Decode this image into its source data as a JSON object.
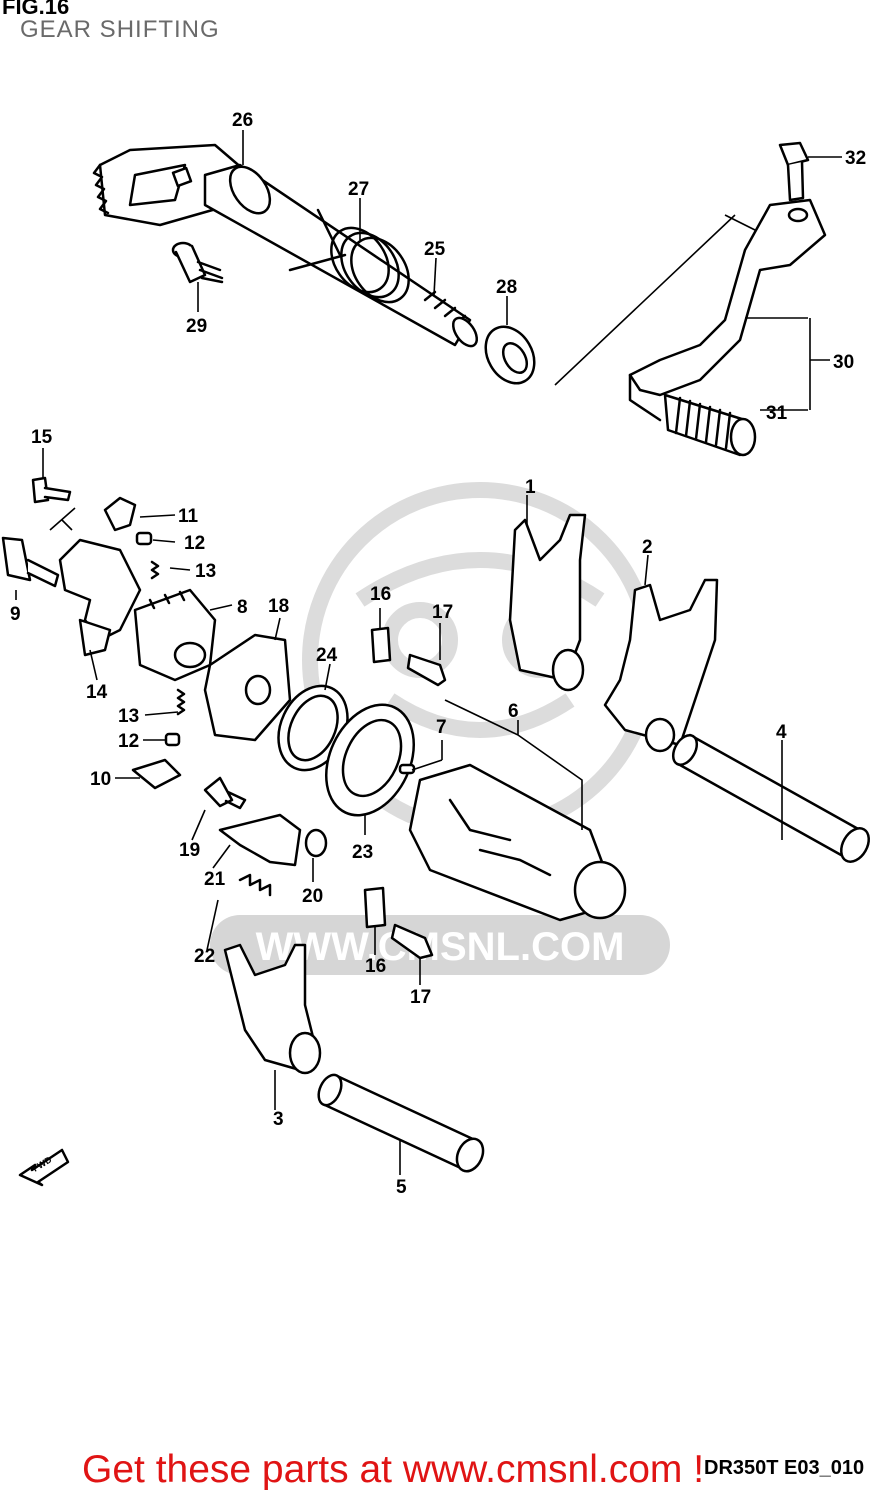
{
  "figure": {
    "title": "FIG.16",
    "subtitle": "GEAR SHIFTING",
    "code": "DR350T E03_010"
  },
  "watermark": {
    "url_text": "WWW.CMSNL.COM"
  },
  "callout": {
    "text": "Get these parts at www.cmsnl.com !"
  },
  "direction_arrow": {
    "label": "FWD"
  },
  "parts": [
    {
      "id": "1",
      "label": "1"
    },
    {
      "id": "2",
      "label": "2"
    },
    {
      "id": "3",
      "label": "3"
    },
    {
      "id": "4",
      "label": "4"
    },
    {
      "id": "5",
      "label": "5"
    },
    {
      "id": "6",
      "label": "6"
    },
    {
      "id": "7",
      "label": "7"
    },
    {
      "id": "8",
      "label": "8"
    },
    {
      "id": "9",
      "label": "9"
    },
    {
      "id": "10",
      "label": "10"
    },
    {
      "id": "11",
      "label": "11"
    },
    {
      "id": "12a",
      "label": "12"
    },
    {
      "id": "12b",
      "label": "12"
    },
    {
      "id": "13a",
      "label": "13"
    },
    {
      "id": "13b",
      "label": "13"
    },
    {
      "id": "14",
      "label": "14"
    },
    {
      "id": "15",
      "label": "15"
    },
    {
      "id": "16a",
      "label": "16"
    },
    {
      "id": "16b",
      "label": "16"
    },
    {
      "id": "17a",
      "label": "17"
    },
    {
      "id": "17b",
      "label": "17"
    },
    {
      "id": "18",
      "label": "18"
    },
    {
      "id": "19",
      "label": "19"
    },
    {
      "id": "20",
      "label": "20"
    },
    {
      "id": "21",
      "label": "21"
    },
    {
      "id": "22",
      "label": "22"
    },
    {
      "id": "23",
      "label": "23"
    },
    {
      "id": "24",
      "label": "24"
    },
    {
      "id": "25",
      "label": "25"
    },
    {
      "id": "26",
      "label": "26"
    },
    {
      "id": "27",
      "label": "27"
    },
    {
      "id": "28",
      "label": "28"
    },
    {
      "id": "29",
      "label": "29"
    },
    {
      "id": "30",
      "label": "30"
    },
    {
      "id": "31",
      "label": "31"
    },
    {
      "id": "32",
      "label": "32"
    }
  ],
  "colors": {
    "cta": "#e01414",
    "watermark": "#d9d9d9",
    "ink": "#000000"
  }
}
